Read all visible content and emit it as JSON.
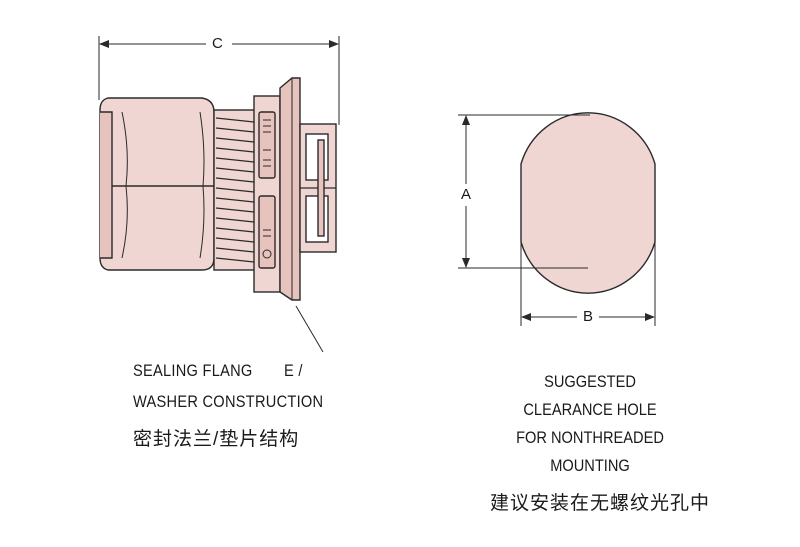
{
  "dimensions": {
    "c_label": "C",
    "a_label": "A",
    "b_label": "B"
  },
  "left_caption": {
    "line1": "SEALING FLANG",
    "line1_suffix": "E /",
    "line2": "WASHER CONSTRUCTION",
    "line3_cn": "密封法兰/垫片结构"
  },
  "right_caption": {
    "line1": "SUGGESTED",
    "line2": "CLEARANCE HOLE",
    "line3": "FOR NONTHREADED",
    "line4": "MOUNTING",
    "line5_cn": "建议安装在无螺纹光孔中"
  },
  "colors": {
    "body_fill": "#f0d6d2",
    "body_shade": "#e6c3bd",
    "outline": "#2a2a2a",
    "hole_fill": "#f0d6d2"
  }
}
